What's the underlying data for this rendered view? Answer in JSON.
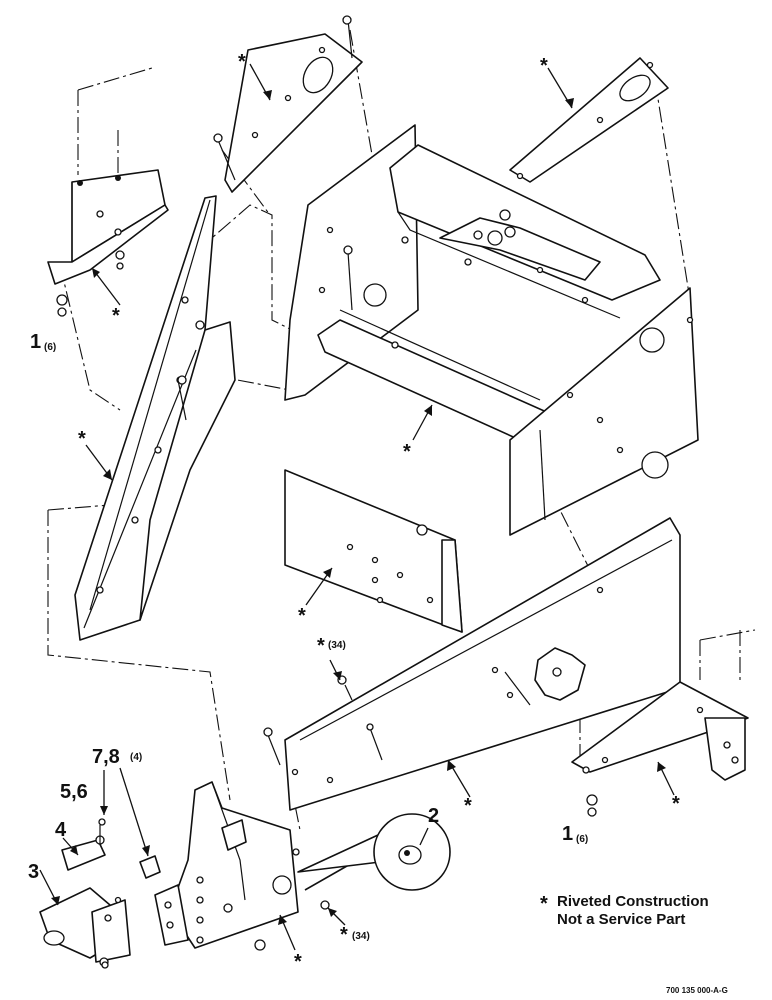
{
  "labels": {
    "asterisk": "*",
    "item_1": "1",
    "item_1_qty": "(6)",
    "item_2": "2",
    "item_3": "3",
    "item_4": "4",
    "item_56": "5,6",
    "item_78": "7,8",
    "item_78_qty": "(4)",
    "qty_34": "(34)"
  },
  "note": {
    "line1": "Riveted Construction",
    "line2": "Not a Service Part"
  },
  "drawing_number": "700 135 000-A-G"
}
